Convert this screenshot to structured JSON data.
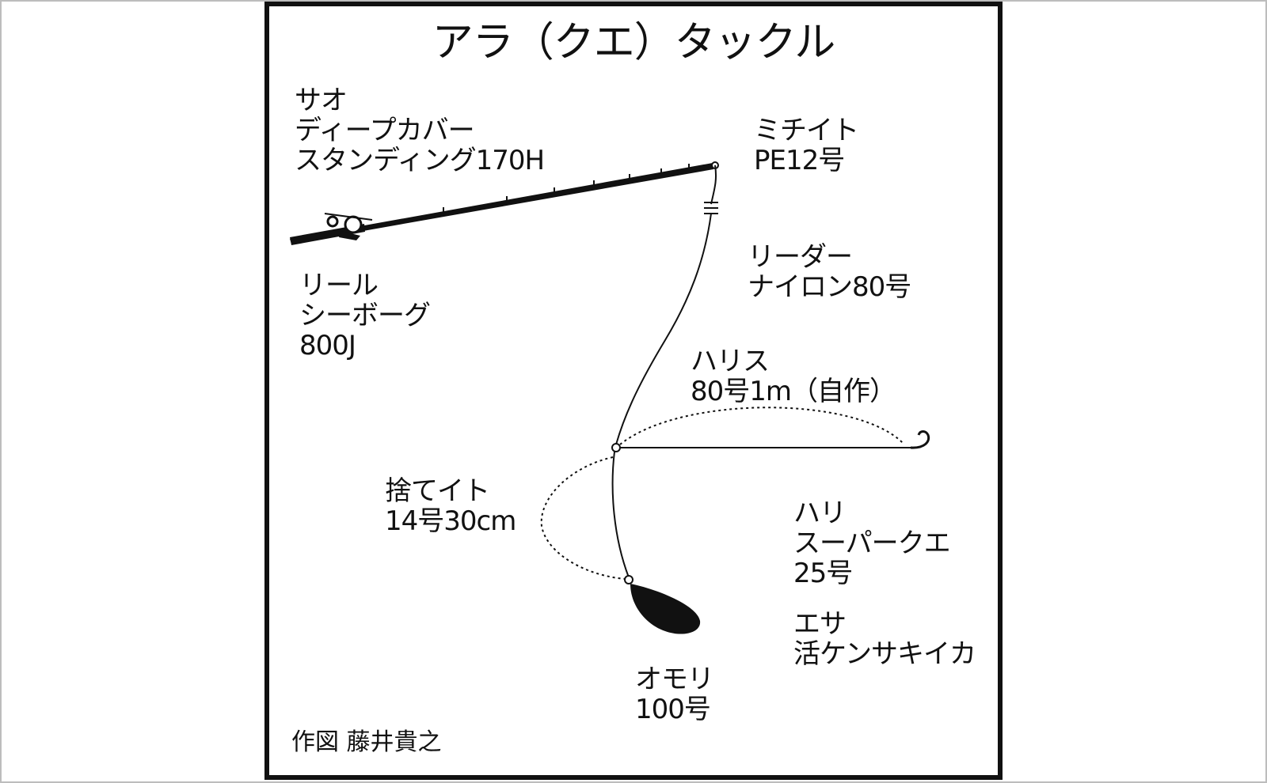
{
  "title": "アラ（クエ）タックル",
  "rod": {
    "heading": "サオ",
    "line1": "ディープカバー",
    "line2": "スタンディング170H"
  },
  "mainline": {
    "heading": "ミチイト",
    "line1": "PE12号"
  },
  "leader": {
    "heading": "リーダー",
    "line1": "ナイロン80号"
  },
  "reel": {
    "heading": "リール",
    "line1": "シーボーグ",
    "line2": "800J"
  },
  "harisu": {
    "heading": "ハリス",
    "line1": "80号1m（自作）"
  },
  "sute_ito": {
    "heading": "捨てイト",
    "line1": "14号30cm"
  },
  "hook": {
    "heading": "ハリ",
    "line1": "スーパークエ",
    "line2": "25号"
  },
  "bait": {
    "heading": "エサ",
    "line1": "活ケンサキイカ"
  },
  "sinker": {
    "heading": "オモリ",
    "line1": "100号"
  },
  "credit": "作図 藤井貴之",
  "colors": {
    "ink": "#111111",
    "frame": "#bdbdbd"
  }
}
